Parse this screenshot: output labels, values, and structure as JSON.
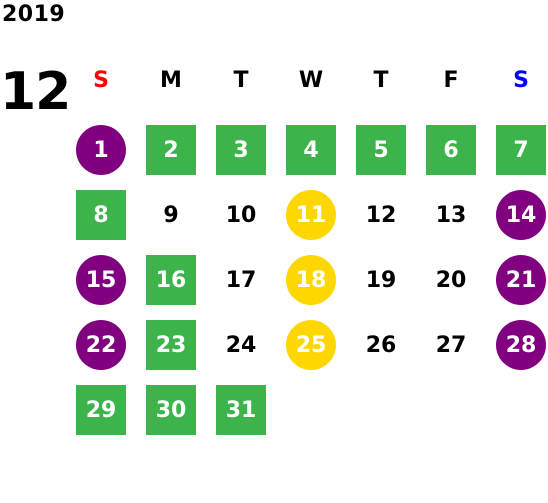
{
  "calendar": {
    "year": "2019",
    "month": "12",
    "weekdays": [
      {
        "label": "S",
        "color": "#ff0000"
      },
      {
        "label": "M",
        "color": "#000000"
      },
      {
        "label": "T",
        "color": "#000000"
      },
      {
        "label": "W",
        "color": "#000000"
      },
      {
        "label": "T",
        "color": "#000000"
      },
      {
        "label": "F",
        "color": "#000000"
      },
      {
        "label": "S",
        "color": "#0000ff"
      }
    ],
    "colors": {
      "green": "#3cb44b",
      "purple": "#800080",
      "yellow": "#ffd700"
    },
    "weeks": [
      [
        {
          "n": "1",
          "s": "purple"
        },
        {
          "n": "2",
          "s": "green"
        },
        {
          "n": "3",
          "s": "green"
        },
        {
          "n": "4",
          "s": "green"
        },
        {
          "n": "5",
          "s": "green"
        },
        {
          "n": "6",
          "s": "green"
        },
        {
          "n": "7",
          "s": "green"
        }
      ],
      [
        {
          "n": "8",
          "s": "green"
        },
        {
          "n": "9",
          "s": "none"
        },
        {
          "n": "10",
          "s": "none"
        },
        {
          "n": "11",
          "s": "yellow"
        },
        {
          "n": "12",
          "s": "none"
        },
        {
          "n": "13",
          "s": "none"
        },
        {
          "n": "14",
          "s": "purple"
        }
      ],
      [
        {
          "n": "15",
          "s": "purple"
        },
        {
          "n": "16",
          "s": "green"
        },
        {
          "n": "17",
          "s": "none"
        },
        {
          "n": "18",
          "s": "yellow"
        },
        {
          "n": "19",
          "s": "none"
        },
        {
          "n": "20",
          "s": "none"
        },
        {
          "n": "21",
          "s": "purple"
        }
      ],
      [
        {
          "n": "22",
          "s": "purple"
        },
        {
          "n": "23",
          "s": "green"
        },
        {
          "n": "24",
          "s": "none"
        },
        {
          "n": "25",
          "s": "yellow"
        },
        {
          "n": "26",
          "s": "none"
        },
        {
          "n": "27",
          "s": "none"
        },
        {
          "n": "28",
          "s": "purple"
        }
      ],
      [
        {
          "n": "29",
          "s": "green"
        },
        {
          "n": "30",
          "s": "green"
        },
        {
          "n": "31",
          "s": "green"
        }
      ]
    ]
  }
}
